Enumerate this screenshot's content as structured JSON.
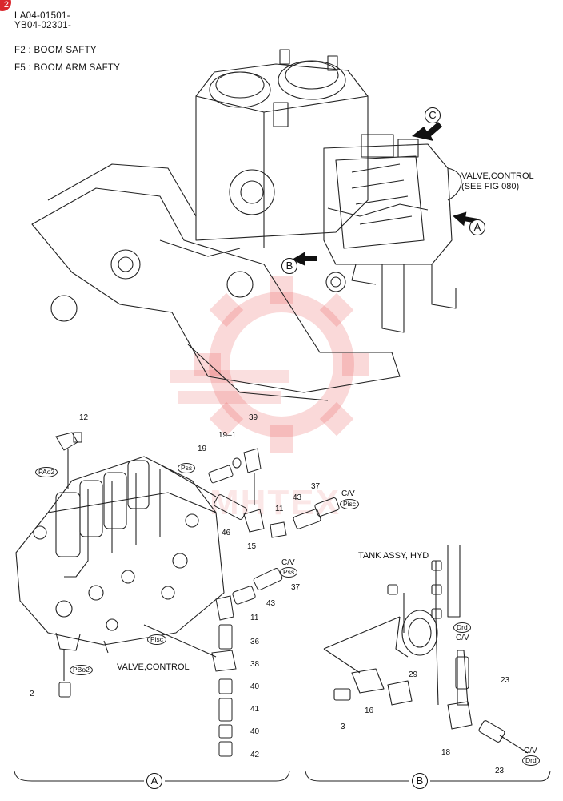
{
  "page_badge": "2",
  "header": {
    "model_codes": [
      "LA04-01501-",
      "YB04-02301-"
    ],
    "fuses": [
      "F2 : BOOM SAFTY",
      "F5 : BOOM ARM SAFTY"
    ]
  },
  "labels": {
    "valve_control_top_1": "VALVE,CONTROL",
    "valve_control_top_2": "(SEE FIG 080)",
    "valve_control_bottom": "VALVE,CONTROL",
    "tank_assy": "TANK ASSY, HYD",
    "watermark": "MHTEX"
  },
  "view_markers": {
    "a": "A",
    "b": "B",
    "c": "C"
  },
  "ports": {
    "pao2": "PAo2",
    "pbo2": "PBo2",
    "pss": "Pss",
    "pisc": "Pisc",
    "pss2": "Pss",
    "pisc2": "Pisc",
    "drd1": "Drd",
    "drd2": "Drd"
  },
  "cv_labels": {
    "cv1": "C/V",
    "cv2": "C/V",
    "cv3": "C/V",
    "cv4": "C/V"
  },
  "part_numbers": {
    "p12": "12",
    "p19_1": "19–1",
    "p39": "39",
    "p19": "19",
    "p37a": "37",
    "p43a": "43",
    "p11a": "11",
    "p46": "46",
    "p15": "15",
    "p37b": "37",
    "p43b": "43",
    "p11b": "11",
    "p36": "36",
    "p38": "38",
    "p40a": "40",
    "p41": "41",
    "p40b": "40",
    "p42": "42",
    "p2": "2",
    "p29": "29",
    "p16": "16",
    "p3": "3",
    "p18": "18",
    "p23a": "23",
    "p23b": "23"
  },
  "footer": {
    "section_a": "A",
    "section_b": "B"
  }
}
